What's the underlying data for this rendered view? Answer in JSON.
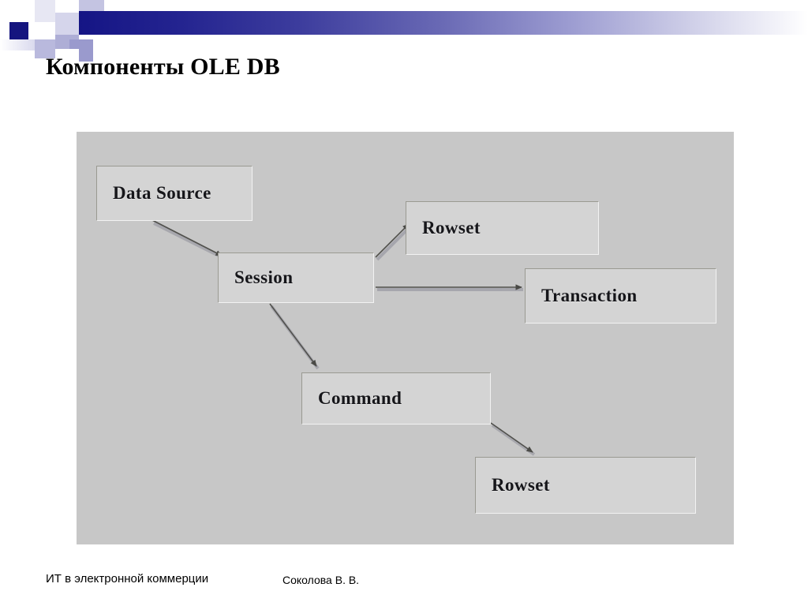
{
  "slide": {
    "title": "Компоненты OLE DB",
    "accent_color": "#15157f",
    "panel_color": "#c7c7c7",
    "node_color": "#d4d4d4"
  },
  "header": {
    "decor_squares_name": "header-decor-squares",
    "gradient_bar_name": "header-gradient-bar"
  },
  "diagram": {
    "nodes": [
      {
        "id": "data-source",
        "label": "Data Source"
      },
      {
        "id": "session",
        "label": "Session"
      },
      {
        "id": "rowset-top",
        "label": "Rowset"
      },
      {
        "id": "transaction",
        "label": "Transaction"
      },
      {
        "id": "command",
        "label": "Command"
      },
      {
        "id": "rowset-bottom",
        "label": "Rowset"
      }
    ],
    "edges": [
      {
        "from": "data-source",
        "to": "session",
        "style": "arrow"
      },
      {
        "from": "session",
        "to": "rowset-top",
        "style": "arrow"
      },
      {
        "from": "session",
        "to": "transaction",
        "style": "arrow"
      },
      {
        "from": "session",
        "to": "command",
        "style": "arrow"
      },
      {
        "from": "command",
        "to": "rowset-bottom",
        "style": "arrow"
      }
    ]
  },
  "footer": {
    "left": "ИТ в электронной коммерции",
    "center": "Соколова В. В."
  }
}
